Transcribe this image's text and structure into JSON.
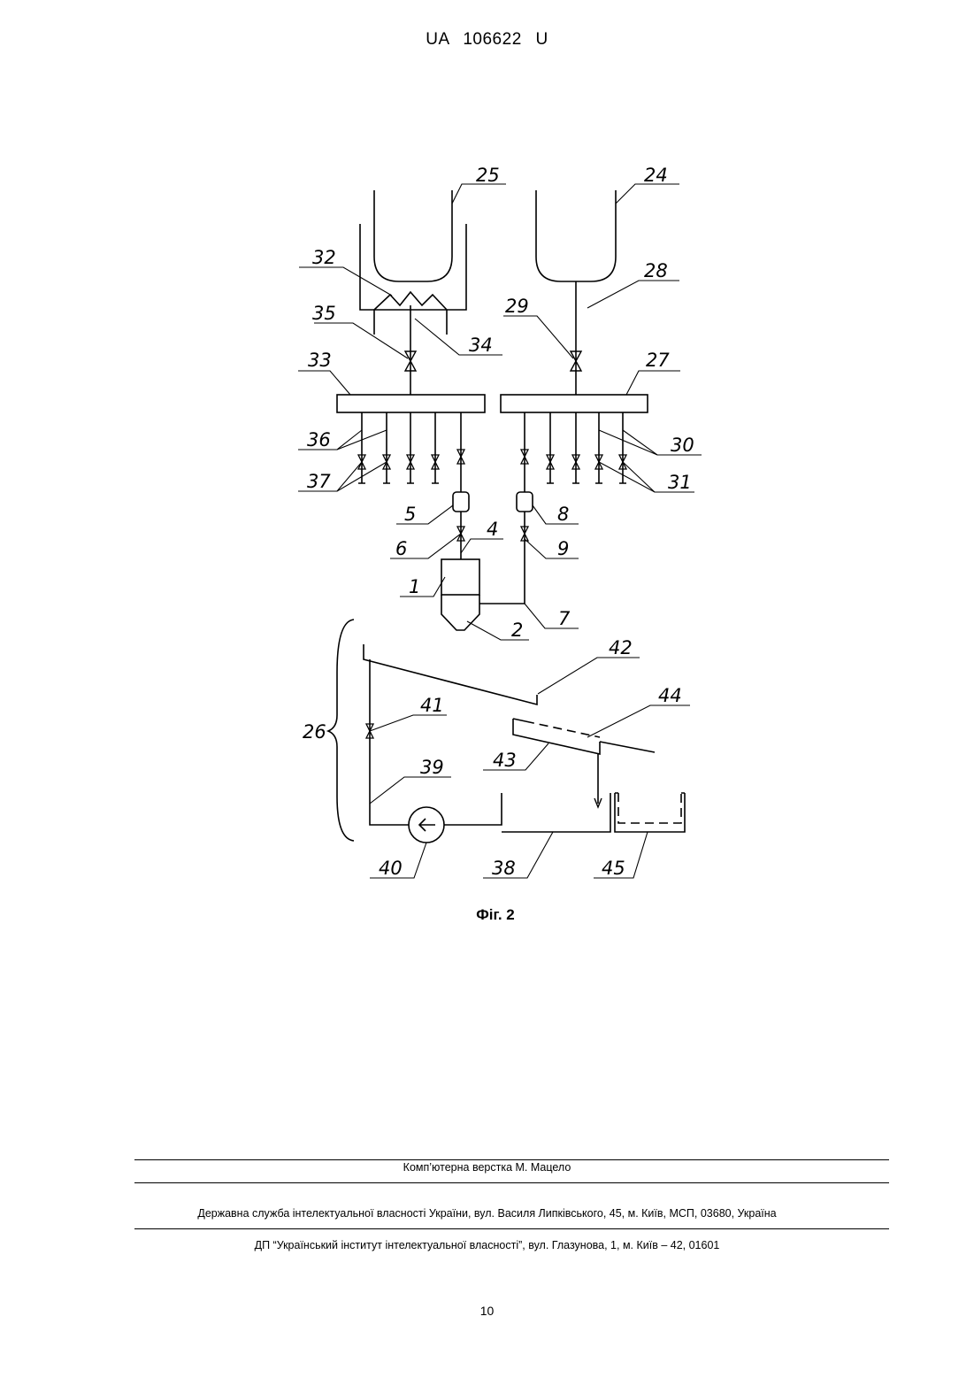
{
  "header": {
    "doc_number": "UA   106622   U"
  },
  "figure": {
    "caption": "Фіг. 2",
    "labels": {
      "l1": "1",
      "l2": "2",
      "l4": "4",
      "l5": "5",
      "l6": "6",
      "l7": "7",
      "l8": "8",
      "l9": "9",
      "l24": "24",
      "l25": "25",
      "l26": "26",
      "l27": "27",
      "l28": "28",
      "l29": "29",
      "l30": "30",
      "l31": "31",
      "l32": "32",
      "l33": "33",
      "l34": "34",
      "l35": "35",
      "l36": "36",
      "l37": "37",
      "l38": "38",
      "l39": "39",
      "l40": "40",
      "l41": "41",
      "l42": "42",
      "l43": "43",
      "l44": "44",
      "l45": "45"
    }
  },
  "footer": {
    "compiled_by": "Комп’ютерна верстка М. Мацело",
    "service": "Державна служба інтелектуальної власності України, вул. Василя Липківського, 45, м. Київ, МСП, 03680, Україна",
    "institute": "ДП “Український інститут інтелектуальної власності”, вул. Глазунова, 1, м. Київ – 42, 01601"
  },
  "page_number": "10"
}
